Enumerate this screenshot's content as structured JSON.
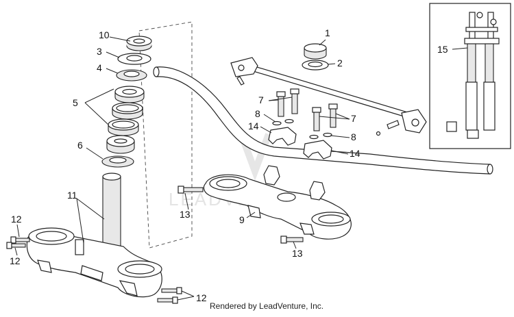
{
  "labels": {
    "p1": "1",
    "p2": "2",
    "p3": "3",
    "p4": "4",
    "p5": "5",
    "p6": "6",
    "p7a": "7",
    "p7b": "7",
    "p8a": "8",
    "p8b": "8",
    "p9": "9",
    "p10": "10",
    "p11": "11",
    "p12a": "12",
    "p12b": "12",
    "p12c": "12",
    "p13a": "13",
    "p13b": "13",
    "p14a": "14",
    "p14b": "14",
    "p15": "15"
  },
  "watermark": "LEADVENTURE",
  "credit": "Rendered by LeadVenture, Inc."
}
